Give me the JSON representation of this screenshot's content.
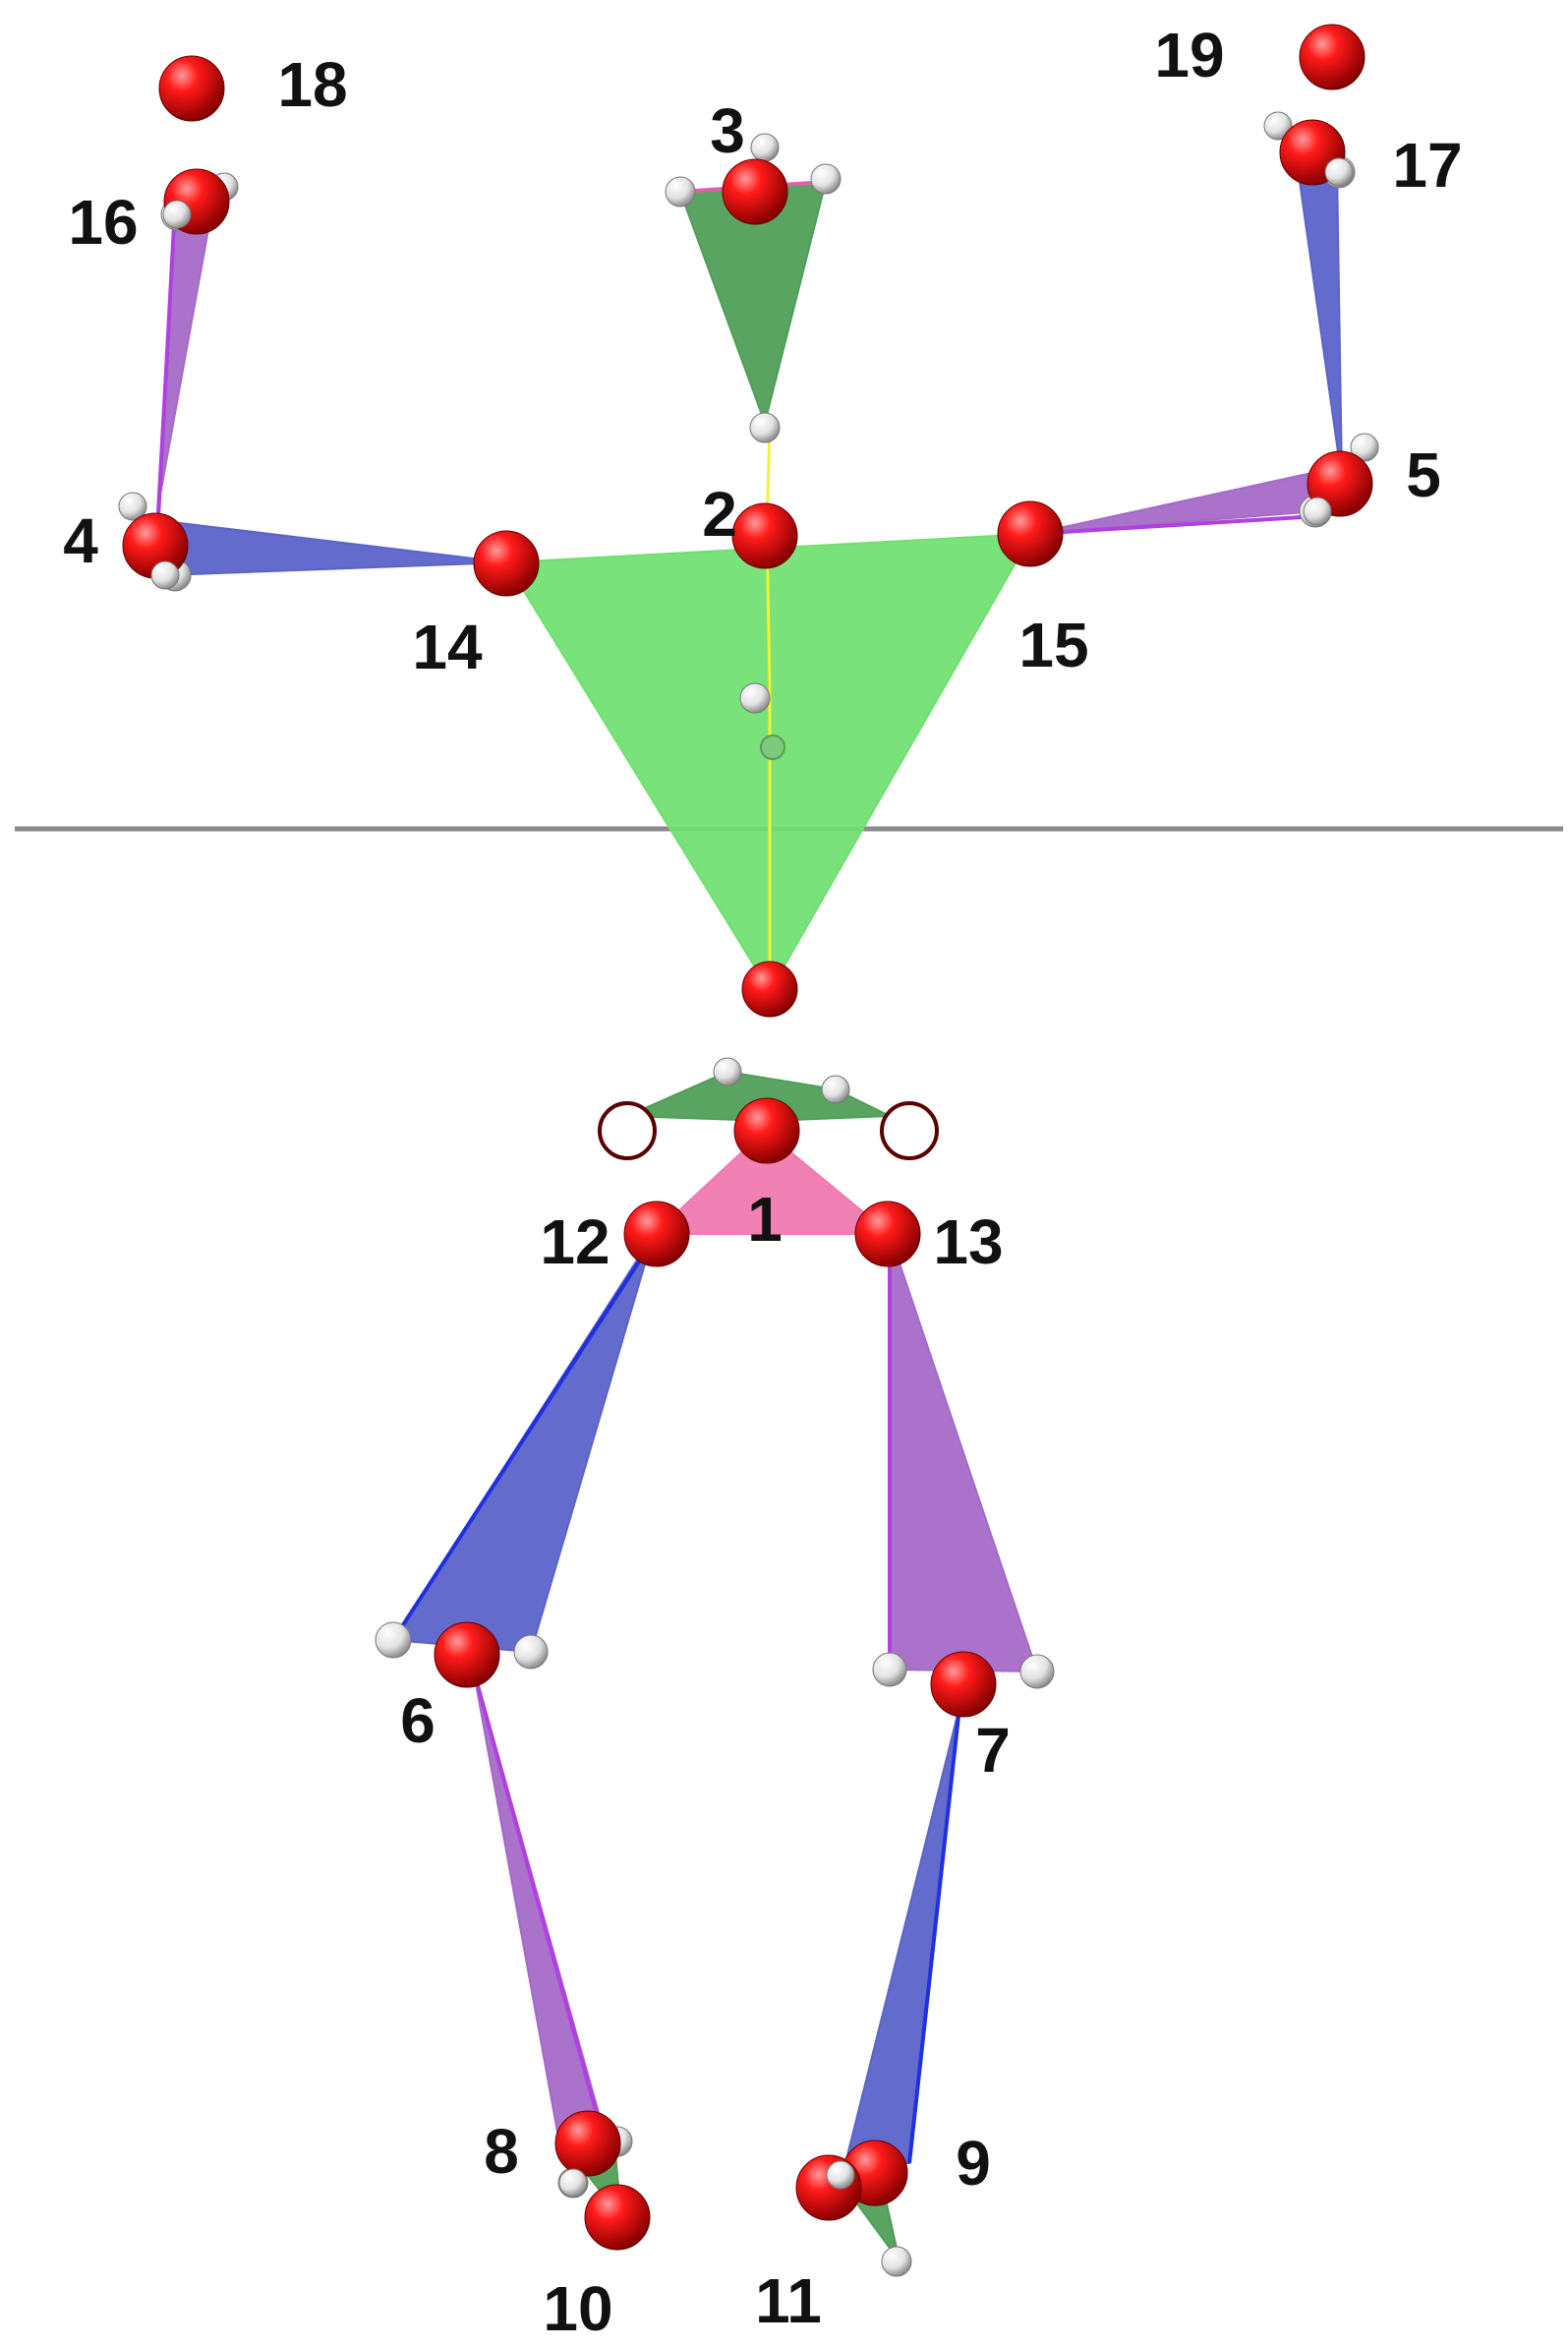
{
  "colors": {
    "green": "#6FE06F",
    "green_dark": "#4F9F57",
    "blue": "#5B63C9",
    "purple": "#A56AC7",
    "pink": "#F07AB0",
    "joint_red": "#E00000",
    "joint_white": "#E8E8E8",
    "divider": "#8A8A8A",
    "spine": "#F2F231"
  },
  "joints": [
    {
      "id": "j1",
      "label": "1"
    },
    {
      "id": "j2",
      "label": "2"
    },
    {
      "id": "j3",
      "label": "3"
    },
    {
      "id": "j4",
      "label": "4"
    },
    {
      "id": "j5",
      "label": "5"
    },
    {
      "id": "j6",
      "label": "6"
    },
    {
      "id": "j7",
      "label": "7"
    },
    {
      "id": "j8",
      "label": "8"
    },
    {
      "id": "j9",
      "label": "9"
    },
    {
      "id": "j10",
      "label": "10"
    },
    {
      "id": "j11",
      "label": "11"
    },
    {
      "id": "j12",
      "label": "12"
    },
    {
      "id": "j13",
      "label": "13"
    },
    {
      "id": "j14",
      "label": "14"
    },
    {
      "id": "j15",
      "label": "15"
    },
    {
      "id": "j16",
      "label": "16"
    },
    {
      "id": "j17",
      "label": "17"
    },
    {
      "id": "j18",
      "label": "18"
    },
    {
      "id": "j19",
      "label": "19"
    }
  ]
}
